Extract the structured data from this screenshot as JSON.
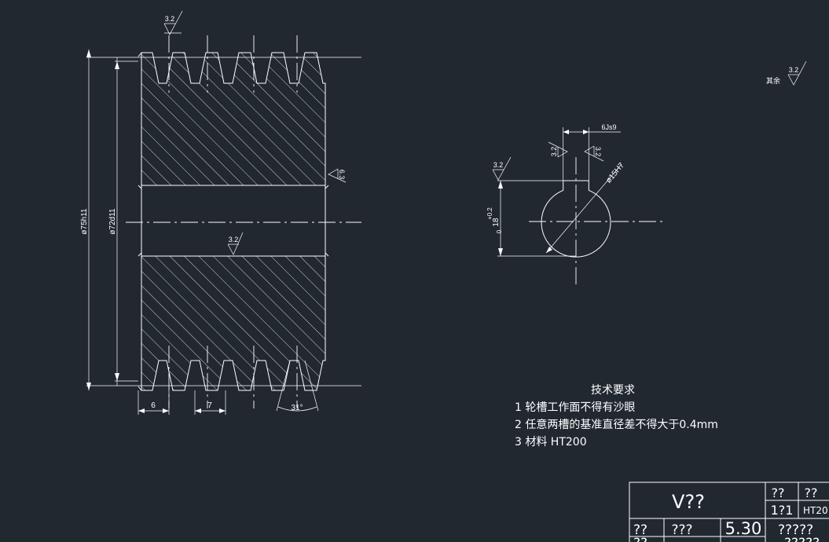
{
  "drawing": {
    "dimensions": {
      "outer_diameter": "ø75h11",
      "groove_base_diameter": "ø72d11",
      "groove_offset": "6",
      "groove_pitch": "7",
      "groove_angle": "31°",
      "keyway_width": "6Js9",
      "bore_diameter": "ø15H7",
      "key_depth": "18",
      "key_depth_tol_upper": "+0.2",
      "key_depth_tol_lower": "0"
    },
    "roughness": {
      "top_groove": "3.2",
      "bore_face": "6.3",
      "bore_inner": "3.2",
      "hub_left": "3.2",
      "key_side_left": "3.2",
      "key_side_right": "3.2",
      "rest_label": "其余",
      "rest_value": "3.2"
    }
  },
  "tech_requirements": {
    "title": "技术要求",
    "items": [
      "1 轮槽工作面不得有沙眼",
      "2 任意两槽的基准直径差不得大于0.4mm",
      "3 材料  HT200"
    ]
  },
  "title_block": {
    "name": "V??",
    "r1c1": "??",
    "r1c2": "??",
    "r2c1": "1?1",
    "r2c2": "HT20",
    "b1": "??",
    "b2": "???",
    "b3": "5.30",
    "b4": "?????",
    "b5": "??",
    "b6": "?????"
  }
}
